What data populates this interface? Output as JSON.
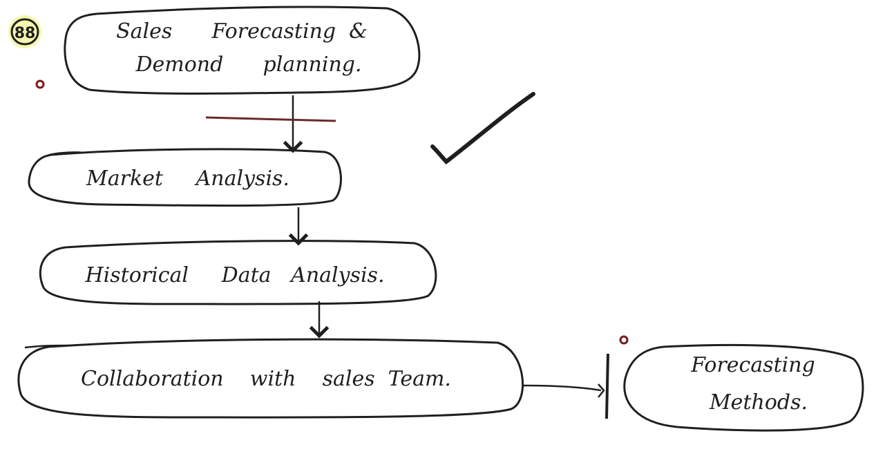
{
  "diagram": {
    "badge": "88",
    "nodes": {
      "n1": {
        "line1": "Sales      Forecasting  &",
        "line2": "Demond      planning."
      },
      "n2": {
        "label": "Market     Analysis."
      },
      "n3": {
        "label": "Historical     Data   Analysis."
      },
      "n4": {
        "label": "Collaboration    with    sales  Team."
      },
      "n5": {
        "line1": "Forecasting",
        "line2": "Methods."
      }
    },
    "colors": {
      "ink": "#1f1f1f",
      "badge_highlight": "#f2f59a",
      "strike_line": "#6b2a2a",
      "dot": "#7a1a1a"
    }
  }
}
